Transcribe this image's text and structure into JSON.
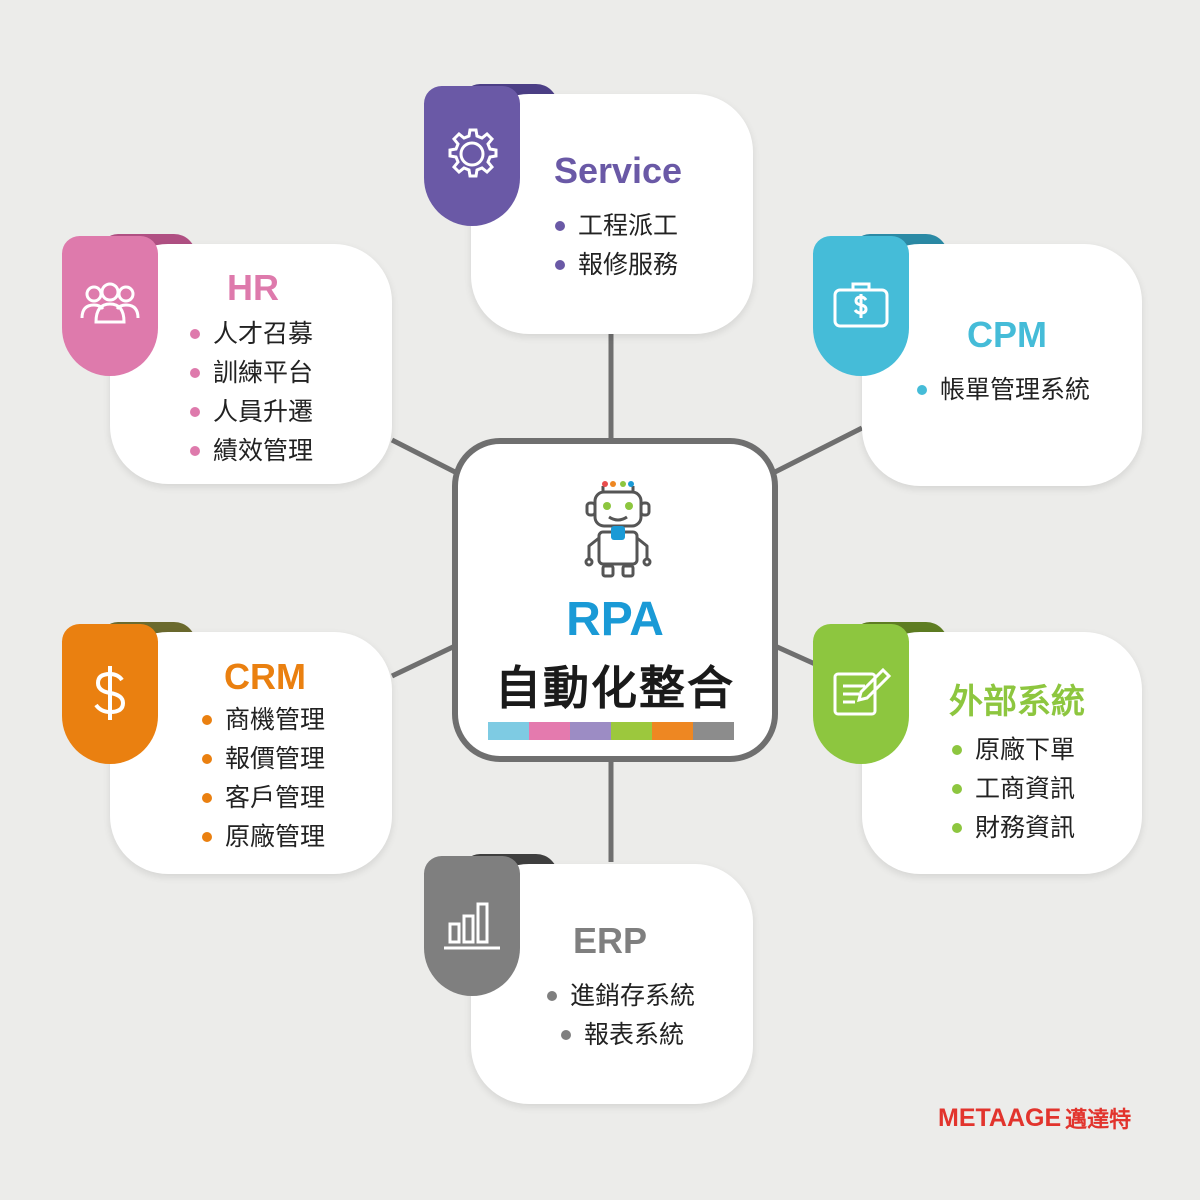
{
  "center": {
    "title": "RPA",
    "subtitle": "自動化整合",
    "bar_colors": [
      "#7ecbe3",
      "#e47aae",
      "#9c8cc4",
      "#9cc83d",
      "#ee8722",
      "#8c8c8c"
    ]
  },
  "service": {
    "title": "Service",
    "color": "#6a59a6",
    "icon": "gear-icon",
    "items": [
      "工程派工",
      "報修服務"
    ]
  },
  "hr": {
    "title": "HR",
    "color": "#de7aac",
    "icon": "people-icon",
    "items": [
      "人才召募",
      "訓練平台",
      "人員升遷",
      "績效管理"
    ]
  },
  "cpm": {
    "title": "CPM",
    "color": "#45bcd8",
    "icon": "money-case-icon",
    "items": [
      "帳單管理系統"
    ]
  },
  "crm": {
    "title": "CRM",
    "color": "#ea8010",
    "icon": "dollar-icon",
    "items": [
      "商機管理",
      "報價管理",
      "客戶管理",
      "原廠管理"
    ]
  },
  "external": {
    "title": "外部系統",
    "color": "#8dc63f",
    "icon": "edit-document-icon",
    "items": [
      "原廠下單",
      "工商資訊",
      "財務資訊"
    ]
  },
  "erp": {
    "title": "ERP",
    "color": "#7f7f7f",
    "icon": "bar-chart-icon",
    "items": [
      "進銷存系統",
      "報表系統"
    ]
  },
  "logo": {
    "brand": "METAAGE",
    "cjk": "邁達特",
    "color": "#e2342d"
  }
}
